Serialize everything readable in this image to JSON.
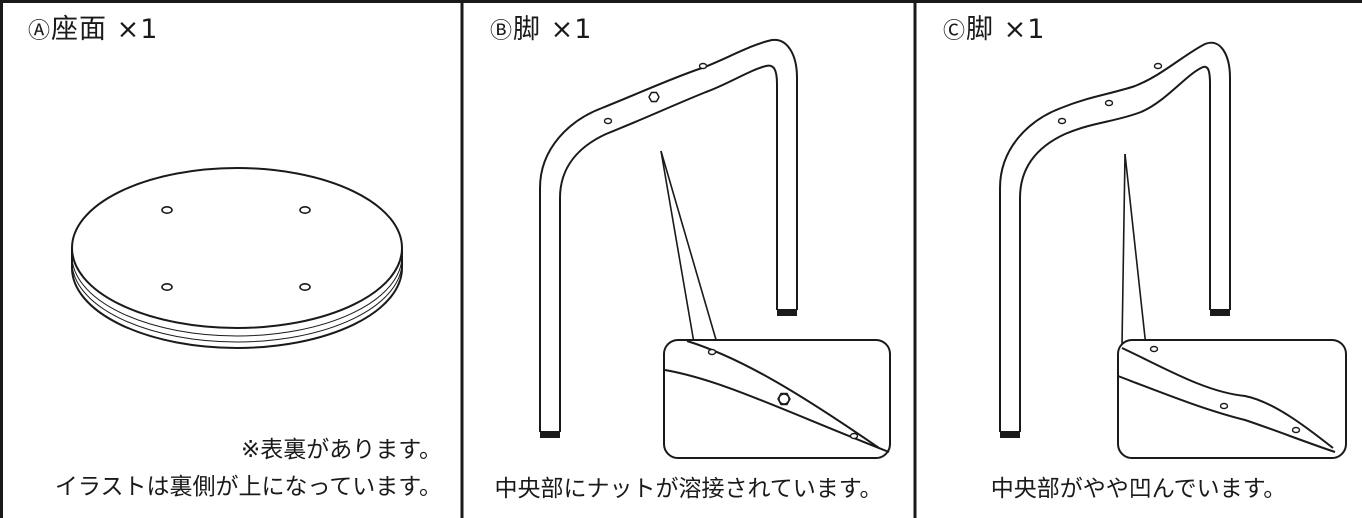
{
  "panels": [
    {
      "mark": "Ⓐ",
      "name": "座面",
      "qty": "×1",
      "notes": [
        "※表裏があります。",
        "イラストは裏側が上になっています。"
      ]
    },
    {
      "mark": "Ⓑ",
      "name": "脚",
      "qty": "×1",
      "caption": "中央部にナットが溶接されています。"
    },
    {
      "mark": "Ⓒ",
      "name": "脚",
      "qty": "×1",
      "caption": "中央部がやや凹んでいます。"
    }
  ]
}
